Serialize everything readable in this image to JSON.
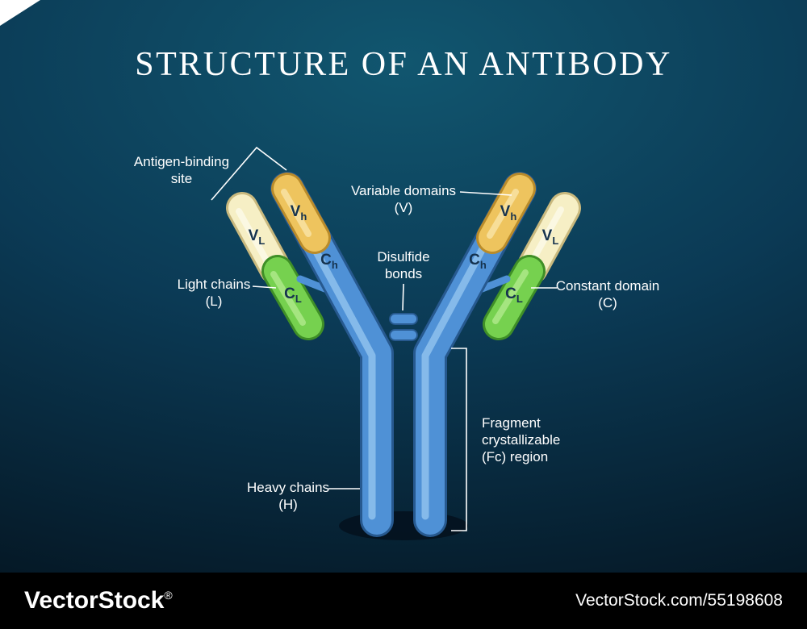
{
  "title": "STRUCTURE OF AN ANTIBODY",
  "labels": {
    "antigen_binding": {
      "line1": "Antigen-binding",
      "line2": "site"
    },
    "variable_domains": {
      "line1": "Variable domains",
      "line2": "(V)"
    },
    "disulfide": {
      "line1": "Disulfide",
      "line2": "bonds"
    },
    "light_chains": {
      "line1": "Light chains",
      "line2": "(L)"
    },
    "constant_domain": {
      "line1": "Constant domain",
      "line2": "(C)"
    },
    "fc_region": {
      "line1": "Fragment",
      "line2": "crystallizable",
      "line3": "(Fc) region"
    },
    "heavy_chains": {
      "line1": "Heavy chains",
      "line2": "(H)"
    }
  },
  "domains": {
    "vh": {
      "main": "V",
      "sub": "h"
    },
    "vl": {
      "main": "V",
      "sub": "L"
    },
    "ch": {
      "main": "C",
      "sub": "h"
    },
    "cl": {
      "main": "C",
      "sub": "L"
    }
  },
  "colors": {
    "bg-top": "#11566f",
    "bg-mid": "#0b3a55",
    "bg-deep": "#041420",
    "blue": "#4f91d6",
    "blue-outline": "#27598f",
    "blue-hl": "#aad6f7",
    "yellow": "#eec45e",
    "yellow-outline": "#b98b2a",
    "yellow-hl": "#f9e7ad",
    "cream": "#f6efc5",
    "cream-outline": "#c9b97e",
    "cream-hl": "#fdfae8",
    "green": "#76d14f",
    "green-outline": "#3f8f27",
    "green-hl": "#b9ee95",
    "label-dark": "#15324e",
    "shadow": "#03111d",
    "footer-bg": "#000000"
  },
  "footer": {
    "brand": "VectorStock",
    "reg": "®",
    "id_text": "VectorStock.com/55198608"
  }
}
